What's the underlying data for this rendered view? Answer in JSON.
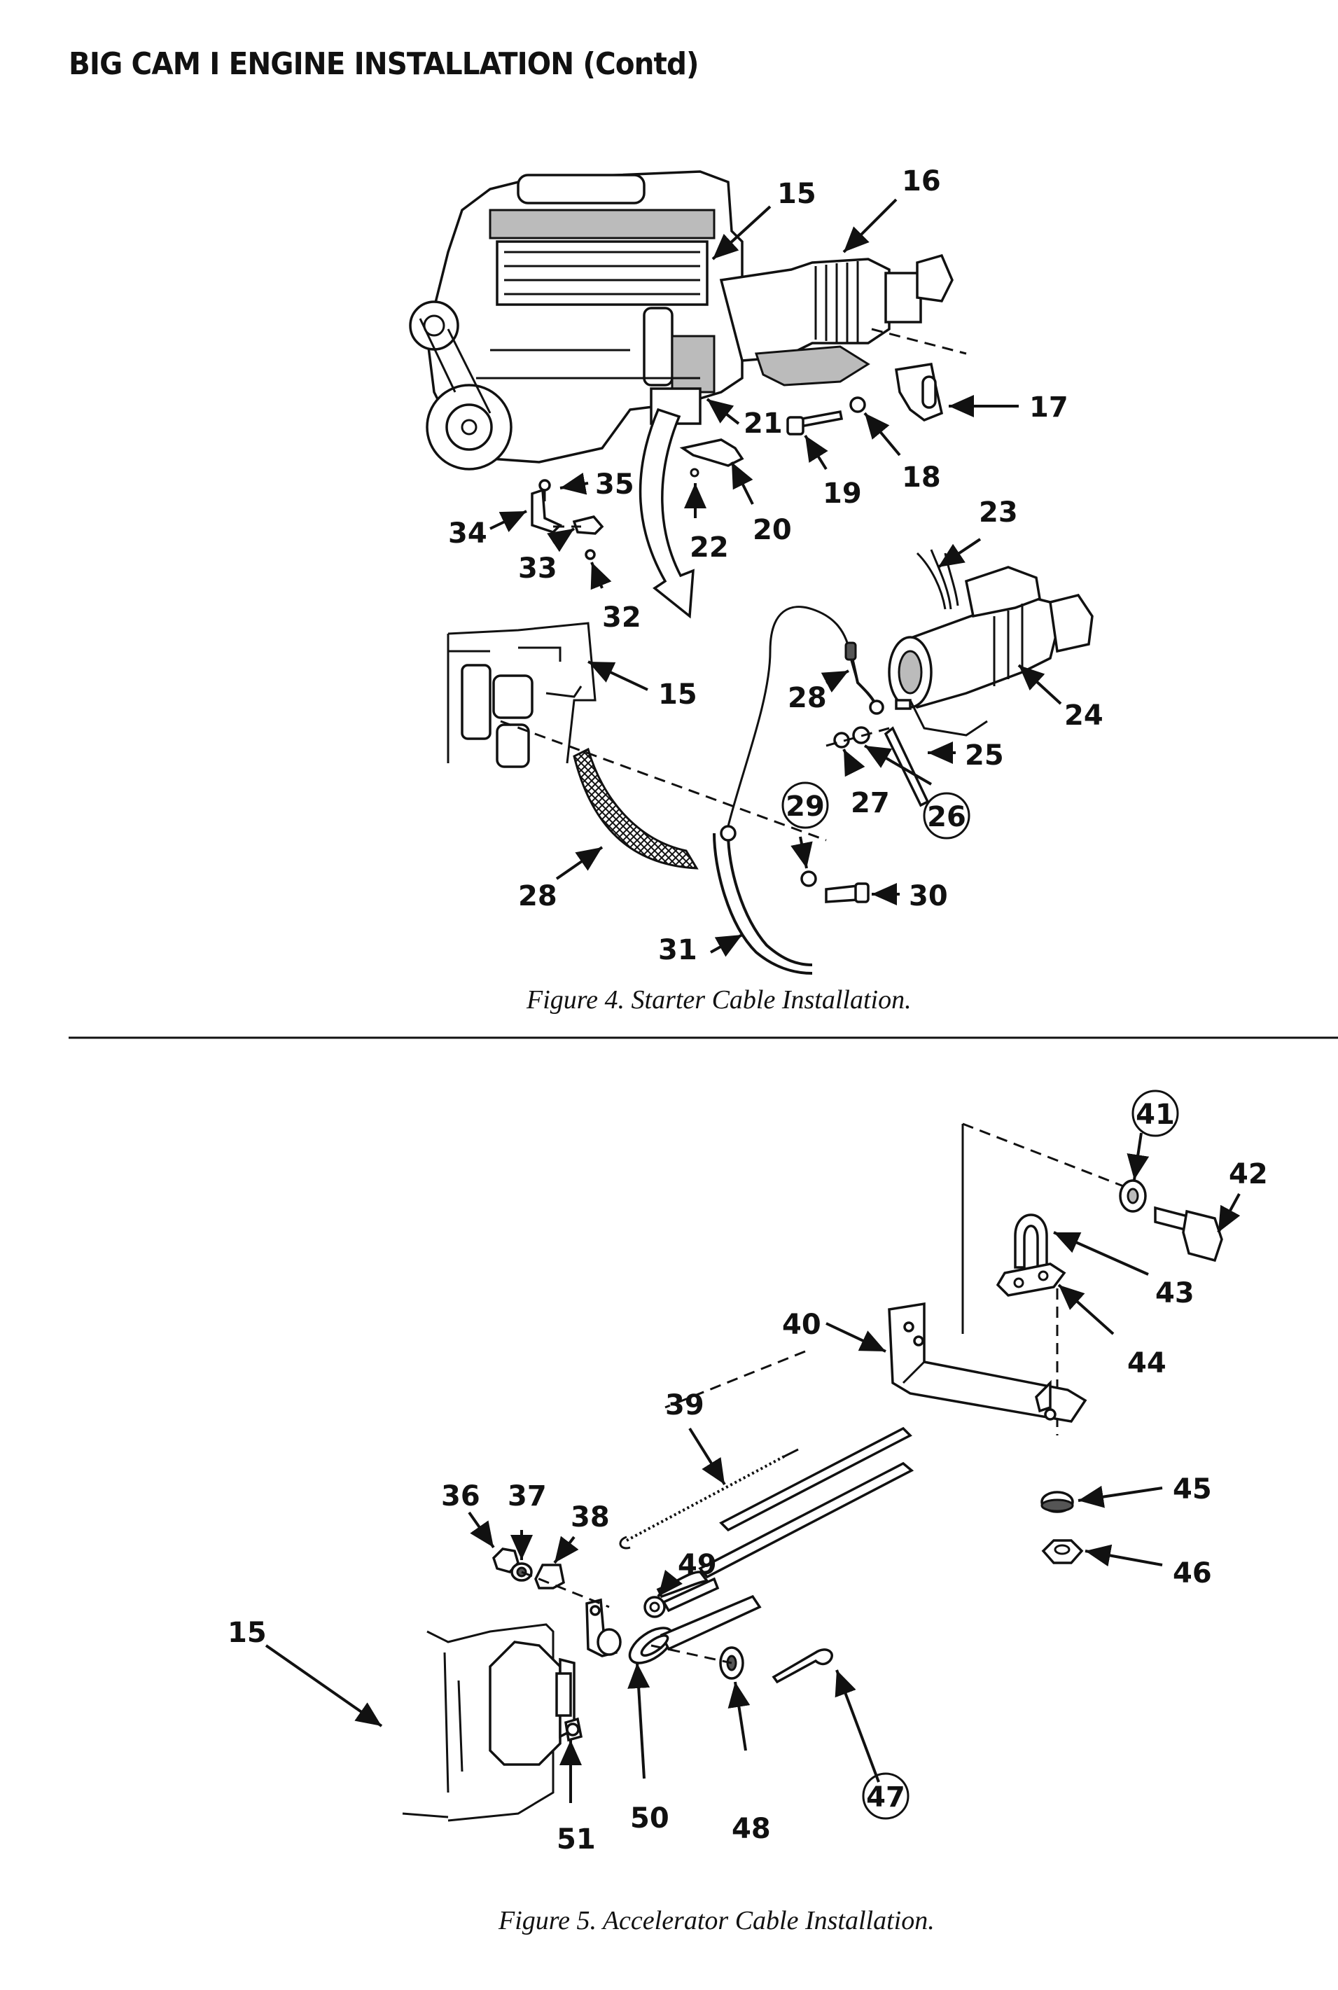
{
  "header": {
    "title": "BIG CAM I ENGINE INSTALLATION (Contd)"
  },
  "figure4": {
    "caption": "Figure 4.  Starter Cable Installation.",
    "callouts": {
      "c15a": "15",
      "c16": "16",
      "c17": "17",
      "c18": "18",
      "c19": "19",
      "c20": "20",
      "c21": "21",
      "c22": "22",
      "c23": "23",
      "c24": "24",
      "c25": "25",
      "c26": "26",
      "c27": "27",
      "c28a": "28",
      "c28b": "28",
      "c29": "29",
      "c30": "30",
      "c31": "31",
      "c32": "32",
      "c33": "33",
      "c34": "34",
      "c35": "35",
      "c15b": "15"
    }
  },
  "figure5": {
    "caption": "Figure 5.  Accelerator Cable Installation.",
    "callouts": {
      "c15": "15",
      "c36": "36",
      "c37": "37",
      "c38": "38",
      "c39": "39",
      "c40": "40",
      "c41": "41",
      "c42": "42",
      "c43": "43",
      "c44": "44",
      "c45": "45",
      "c46": "46",
      "c47": "47",
      "c48": "48",
      "c49": "49",
      "c50": "50",
      "c51": "51"
    }
  }
}
